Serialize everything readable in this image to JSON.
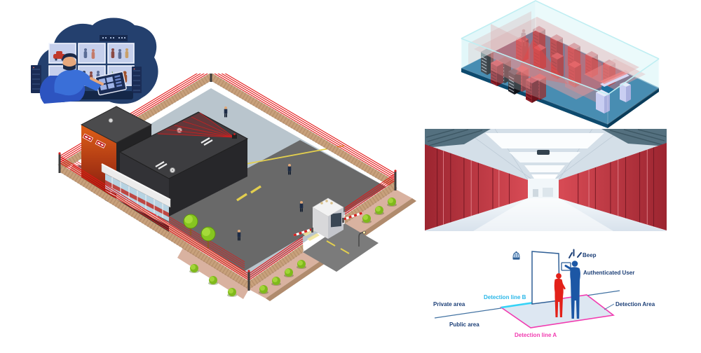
{
  "panels": {
    "access_diagram": {
      "labels": {
        "beep": "Beep",
        "authenticated_user": "Authenticated User",
        "detection_line_b": "Detection line B",
        "private_area": "Private area",
        "detection_area": "Detection Area",
        "public_area": "Public area",
        "detection_line_a": "Detection line A"
      },
      "colors": {
        "navy_text": "#1c3f77",
        "line_b_cyan": "#29b7e8",
        "line_a_magenta": "#f13bb0",
        "authenticated_user_blue": "#1c57a5",
        "intruder_red": "#e32119",
        "door_stroke": "#2f5f96",
        "area_fill": "#dde7f2"
      }
    },
    "facility": {
      "colors": {
        "laser_red": "#e31515",
        "fence_tan": "#c8a17c",
        "asphalt": "#696969",
        "concrete": "#b9c5cd",
        "sidewalk": "#d9b2a0",
        "hedge_green": "#7fb91c",
        "building_dark": "#3d3d40",
        "building_orange": "#d4581a"
      }
    },
    "server_room": {
      "colors": {
        "glass_cyan": "#c9f0f4",
        "floor_blue": "#1d6f9e",
        "rack_red": "#8e1f29",
        "rack_black": "#1a1e26",
        "detection_red": "#ef8585",
        "gate_lavender": "#c3c3f0"
      }
    },
    "datacenter_photo": {
      "colors": {
        "rack_highlight_red": "#c03a46",
        "ceiling_gray": "#d4dfe8",
        "floor_light": "#eef3f8"
      }
    },
    "control_room": {
      "monitor_count": 6,
      "colors": {
        "blob_navy": "#24406e",
        "screen_periwinkle": "#c5cfec",
        "operator_blue": "#3a6fd8"
      }
    }
  }
}
